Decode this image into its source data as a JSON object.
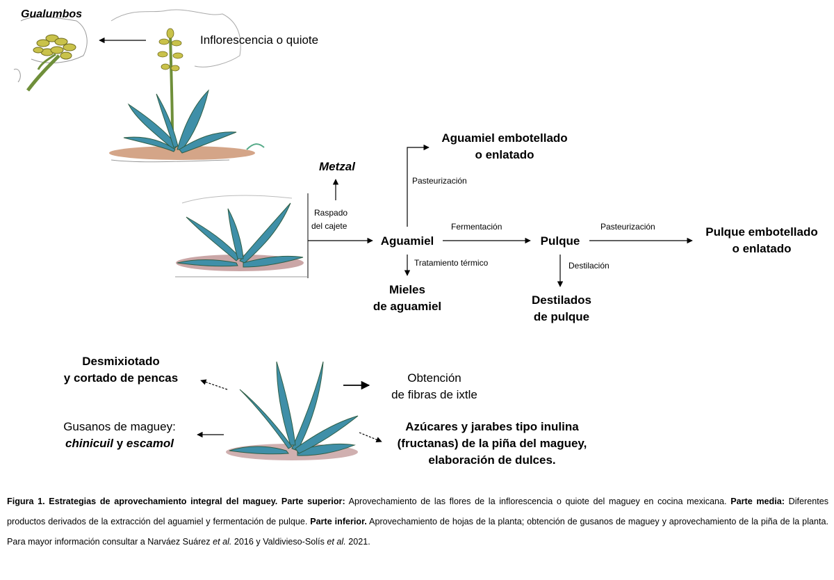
{
  "labels": {
    "gualumbos": "Gualumbos",
    "inflorescencia": "Inflorescencia o quiote",
    "metzal": "Metzal",
    "raspado": "Raspado",
    "cajete": "del cajete",
    "aguamiel": "Aguamiel",
    "fermentacion": "Fermentación",
    "pulque": "Pulque",
    "pasteurizacion_1": "Pasteurización",
    "pasteurizacion_2": "Pasteurización",
    "aguamiel_emb_1": "Aguamiel embotellado",
    "aguamiel_emb_2": "o enlatado",
    "pulque_emb_1": "Pulque embotellado",
    "pulque_emb_2": "o enlatado",
    "tratamiento": "Tratamiento térmico",
    "destilacion": "Destilación",
    "mieles_1": "Mieles",
    "mieles_2": "de aguamiel",
    "destilados_1": "Destilados",
    "destilados_2": "de pulque",
    "desmixiotado_1": "Desmixiotado",
    "desmixiotado_2": "y cortado de pencas",
    "obtencion_1": "Obtención",
    "obtencion_2": "de fibras de ixtle",
    "gusanos_1": "Gusanos de maguey:",
    "gusanos_chinicuil": "chinicuil",
    "gusanos_y": " y ",
    "gusanos_escamol": "escamol",
    "azucares_1": "Azúcares y jarabes tipo inulina",
    "azucares_2": "(fructanas) de la piña del maguey,",
    "azucares_3": "elaboración de dulces."
  },
  "caption": {
    "fig_label": "Figura 1. Estrategias de aprovechamiento integral del maguey. Parte superior:",
    "sup_text": " Aprovechamiento de las flores de la inflorescencia o quiote del maguey en cocina mexicana. ",
    "media_label": "Parte media:",
    "media_text": " Diferentes productos derivados de la extracción del aguamiel y fermentación de pulque.  ",
    "inf_label": "Parte inferior.",
    "inf_text": " Aprovechamiento de hojas de la planta; obtención de gusanos de maguey y aprovechamiento de la piña de la planta. Para mayor información consultar a Narváez Suárez ",
    "etal_1": "et al.",
    "mid_text": " 2016 y  Valdivieso-Solís ",
    "etal_2": "et al.",
    "end_text": " 2021."
  },
  "colors": {
    "agave_blue": "#3f8fa8",
    "agave_dark": "#2f5e47",
    "agave_leaf_red": "#8a3a3a",
    "flower_yellow": "#c9c24a",
    "stalk_green": "#6f8f3a",
    "soil": "#c98f6a"
  }
}
